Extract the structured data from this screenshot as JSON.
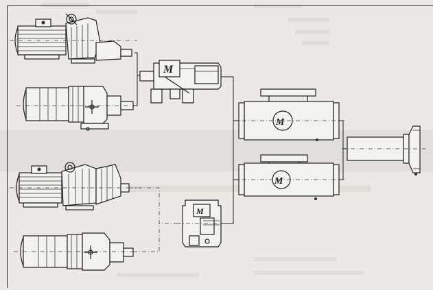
{
  "diagram": {
    "units": [
      {
        "id": "variator-motor-top",
        "icon": "variator-motor-icon"
      },
      {
        "id": "gear-motor-upper",
        "icon": "gear-motor-icon"
      },
      {
        "id": "variator-motor-lower",
        "icon": "variator-motor-icon"
      },
      {
        "id": "gear-motor-bottom",
        "icon": "gear-motor-icon"
      },
      {
        "id": "worm-gearbox-upper",
        "icon": "worm-gearbox-icon"
      },
      {
        "id": "worm-gearbox-lower",
        "icon": "worm-gearbox-icon"
      },
      {
        "id": "transverse-gearbox-upper",
        "icon": "transverse-gearbox-icon"
      },
      {
        "id": "transverse-gearbox-lower",
        "icon": "transverse-gearbox-icon"
      },
      {
        "id": "output-shaft-assembly",
        "icon": "output-shaft-icon"
      }
    ],
    "colors": {
      "ink": "#1e1e1e",
      "paper": "#ece9e4"
    }
  }
}
